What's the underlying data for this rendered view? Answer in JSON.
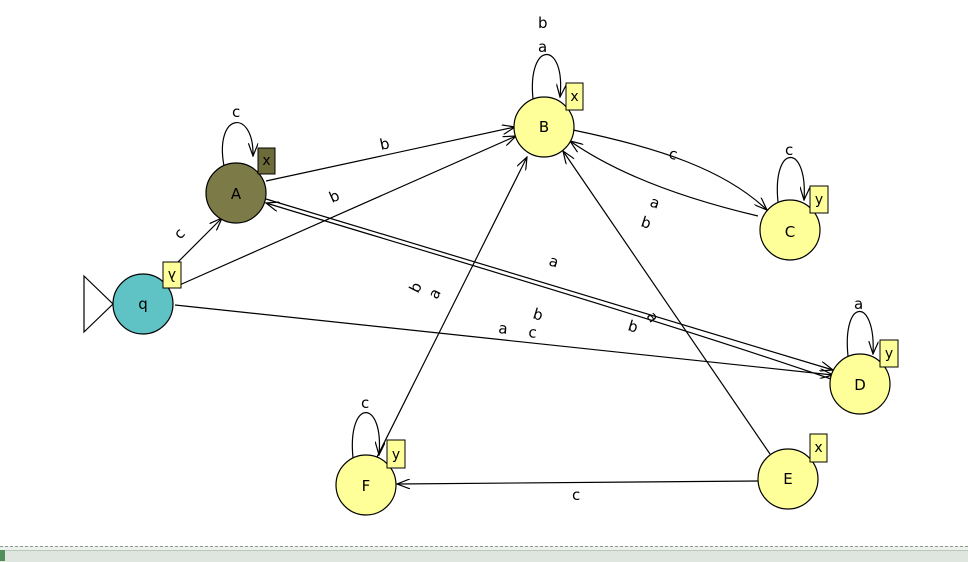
{
  "states": [
    {
      "id": "q",
      "label": "q",
      "fill": "#5fc2c4",
      "output": "λ",
      "start": true,
      "output_flipped": true
    },
    {
      "id": "A",
      "label": "A",
      "fill": "#7c7b47",
      "output": "x",
      "output_fill": "#6e6b3a"
    },
    {
      "id": "B",
      "label": "B",
      "fill": "#ffff99",
      "output": "x"
    },
    {
      "id": "C",
      "label": "C",
      "fill": "#ffff99",
      "output": "y"
    },
    {
      "id": "D",
      "label": "D",
      "fill": "#ffff99",
      "output": "y"
    },
    {
      "id": "E",
      "label": "E",
      "fill": "#ffff99",
      "output": "x"
    },
    {
      "id": "F",
      "label": "F",
      "fill": "#ffff99",
      "output": "y"
    }
  ],
  "transitions": [
    {
      "from": "q",
      "to": "A",
      "labels": [
        "c"
      ]
    },
    {
      "from": "q",
      "to": "B",
      "labels": [
        "b"
      ]
    },
    {
      "from": "q",
      "to": "D",
      "labels": [
        "a",
        "c"
      ]
    },
    {
      "from": "A",
      "to": "A",
      "labels": [
        "c"
      ]
    },
    {
      "from": "A",
      "to": "B",
      "labels": [
        "b"
      ]
    },
    {
      "from": "A",
      "to": "D",
      "labels": [
        "a"
      ]
    },
    {
      "from": "D",
      "to": "A",
      "labels": [
        "b",
        "b"
      ]
    },
    {
      "from": "B",
      "to": "B",
      "labels": [
        "a",
        "b"
      ]
    },
    {
      "from": "B",
      "to": "C",
      "labels": [
        "c"
      ]
    },
    {
      "from": "C",
      "to": "B",
      "labels": [
        "a",
        "b"
      ]
    },
    {
      "from": "C",
      "to": "C",
      "labels": [
        "c"
      ]
    },
    {
      "from": "D",
      "to": "D",
      "labels": [
        "a"
      ]
    },
    {
      "from": "E",
      "to": "B",
      "labels": [
        "a"
      ]
    },
    {
      "from": "E",
      "to": "F",
      "labels": [
        "c"
      ]
    },
    {
      "from": "F",
      "to": "B",
      "labels": [
        "a",
        "b"
      ]
    },
    {
      "from": "F",
      "to": "F",
      "labels": [
        "c"
      ]
    }
  ],
  "colors": {
    "stroke": "#000000",
    "output_box": "#ffff99"
  }
}
